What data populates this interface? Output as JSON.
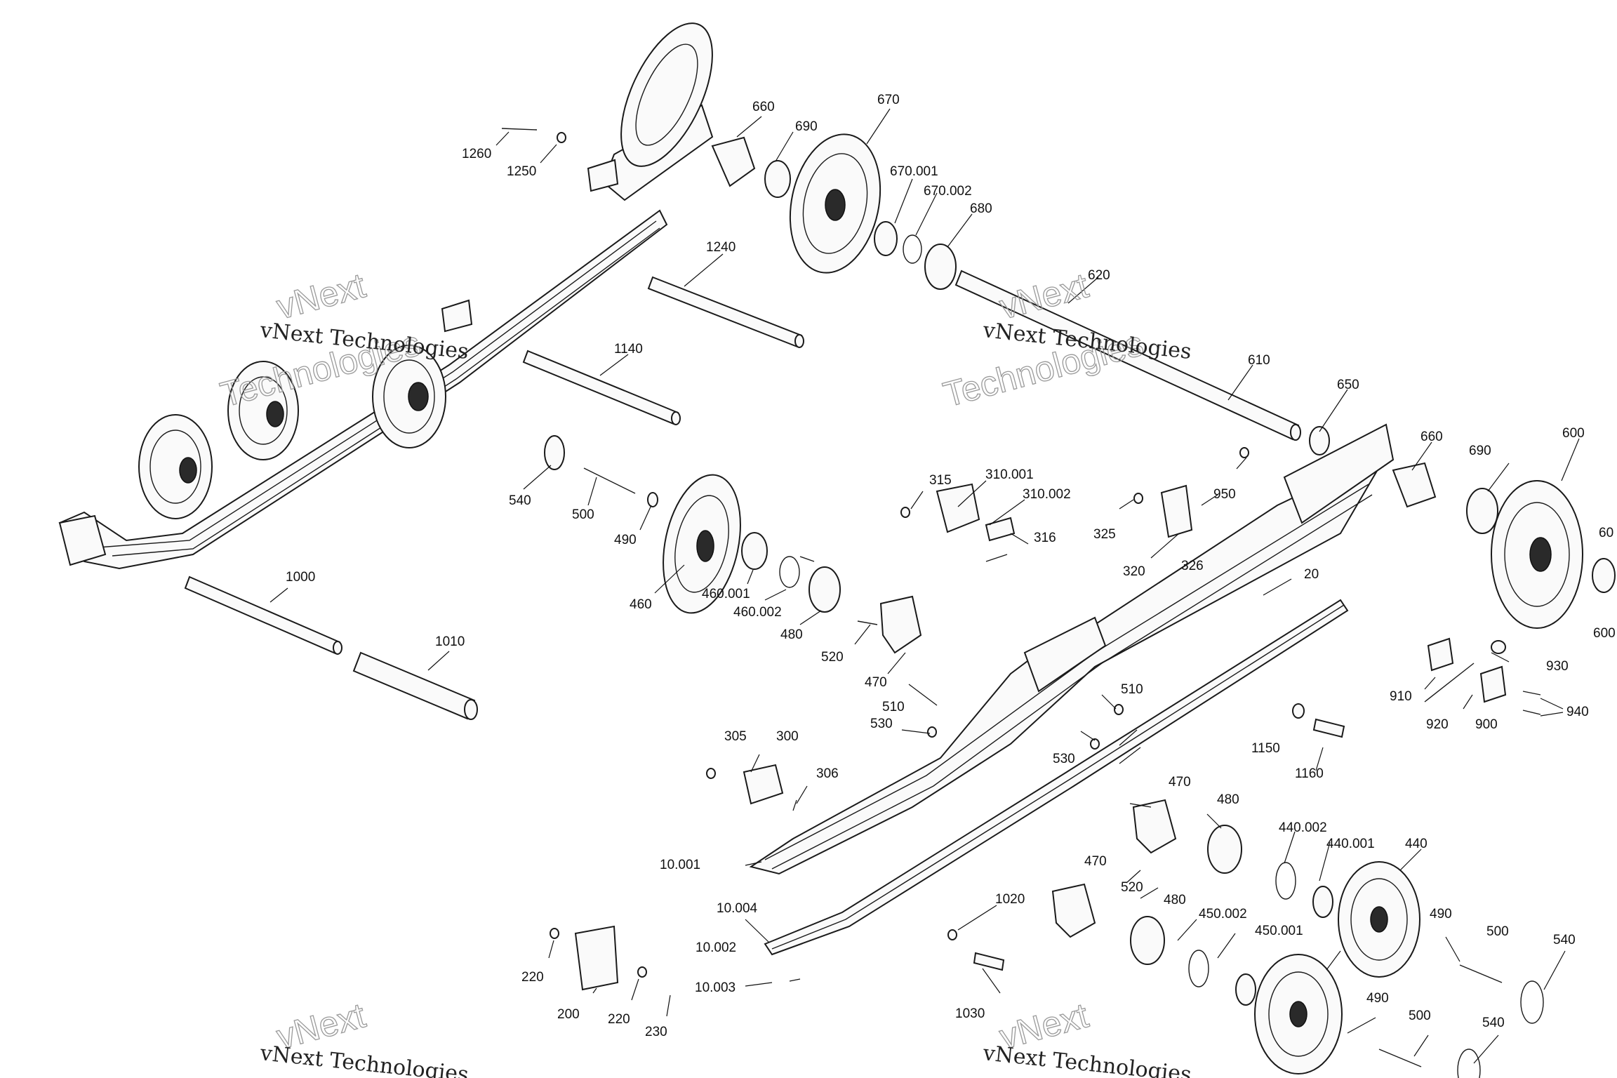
{
  "watermark": {
    "line1": "vNext Technologies",
    "line2": "vNext",
    "line3": "Technologies"
  },
  "callouts": [
    {
      "id": "c1260",
      "text": "1260"
    },
    {
      "id": "c1250",
      "text": "1250"
    },
    {
      "id": "c660a",
      "text": "660"
    },
    {
      "id": "c690a",
      "text": "690"
    },
    {
      "id": "c670",
      "text": "670"
    },
    {
      "id": "c670001",
      "text": "670.001"
    },
    {
      "id": "c670002",
      "text": "670.002"
    },
    {
      "id": "c680",
      "text": "680"
    },
    {
      "id": "c1240",
      "text": "1240"
    },
    {
      "id": "c620",
      "text": "620"
    },
    {
      "id": "c1140",
      "text": "1140"
    },
    {
      "id": "c610",
      "text": "610"
    },
    {
      "id": "c650",
      "text": "650"
    },
    {
      "id": "c660b",
      "text": "660"
    },
    {
      "id": "c690b",
      "text": "690"
    },
    {
      "id": "c600",
      "text": "600"
    },
    {
      "id": "c600b",
      "text": "60"
    },
    {
      "id": "c600c",
      "text": "600"
    },
    {
      "id": "c540a",
      "text": "540"
    },
    {
      "id": "c500a",
      "text": "500"
    },
    {
      "id": "c490a",
      "text": "490"
    },
    {
      "id": "c460",
      "text": "460"
    },
    {
      "id": "c460001",
      "text": "460.001"
    },
    {
      "id": "c460002",
      "text": "460.002"
    },
    {
      "id": "c480a",
      "text": "480"
    },
    {
      "id": "c520a",
      "text": "520"
    },
    {
      "id": "c470a",
      "text": "470"
    },
    {
      "id": "c315",
      "text": "315"
    },
    {
      "id": "c310001",
      "text": "310.001"
    },
    {
      "id": "c310002",
      "text": "310.002"
    },
    {
      "id": "c316",
      "text": "316"
    },
    {
      "id": "c325",
      "text": "325"
    },
    {
      "id": "c320",
      "text": "320"
    },
    {
      "id": "c326",
      "text": "326"
    },
    {
      "id": "c950",
      "text": "950"
    },
    {
      "id": "c20",
      "text": "20"
    },
    {
      "id": "c1000",
      "text": "1000"
    },
    {
      "id": "c1010",
      "text": "1010"
    },
    {
      "id": "c510a",
      "text": "510"
    },
    {
      "id": "c530a",
      "text": "530"
    },
    {
      "id": "c510b",
      "text": "510"
    },
    {
      "id": "c530b",
      "text": "530"
    },
    {
      "id": "c910",
      "text": "910"
    },
    {
      "id": "c920",
      "text": "920"
    },
    {
      "id": "c900",
      "text": "900"
    },
    {
      "id": "c930",
      "text": "930"
    },
    {
      "id": "c940",
      "text": "940"
    },
    {
      "id": "c1150",
      "text": "1150"
    },
    {
      "id": "c1160",
      "text": "1160"
    },
    {
      "id": "c305",
      "text": "305"
    },
    {
      "id": "c300",
      "text": "300"
    },
    {
      "id": "c306",
      "text": "306"
    },
    {
      "id": "c470b",
      "text": "470"
    },
    {
      "id": "c480b",
      "text": "480"
    },
    {
      "id": "c440002",
      "text": "440.002"
    },
    {
      "id": "c440001",
      "text": "440.001"
    },
    {
      "id": "c440",
      "text": "440"
    },
    {
      "id": "c10001",
      "text": "10.001"
    },
    {
      "id": "c470c",
      "text": "470"
    },
    {
      "id": "c520b",
      "text": "520"
    },
    {
      "id": "c480c",
      "text": "480"
    },
    {
      "id": "c450002",
      "text": "450.002"
    },
    {
      "id": "c450001",
      "text": "450.001"
    },
    {
      "id": "c490b",
      "text": "490"
    },
    {
      "id": "c500b",
      "text": "500"
    },
    {
      "id": "c540b",
      "text": "540"
    },
    {
      "id": "c10004",
      "text": "10.004"
    },
    {
      "id": "c1020",
      "text": "1020"
    },
    {
      "id": "c10002",
      "text": "10.002"
    },
    {
      "id": "c10003",
      "text": "10.003"
    },
    {
      "id": "c220a",
      "text": "220"
    },
    {
      "id": "c200",
      "text": "200"
    },
    {
      "id": "c220b",
      "text": "220"
    },
    {
      "id": "c230",
      "text": "230"
    },
    {
      "id": "c1030",
      "text": "1030"
    },
    {
      "id": "c490c",
      "text": "490"
    },
    {
      "id": "c500c",
      "text": "500"
    },
    {
      "id": "c540c",
      "text": "540"
    }
  ]
}
